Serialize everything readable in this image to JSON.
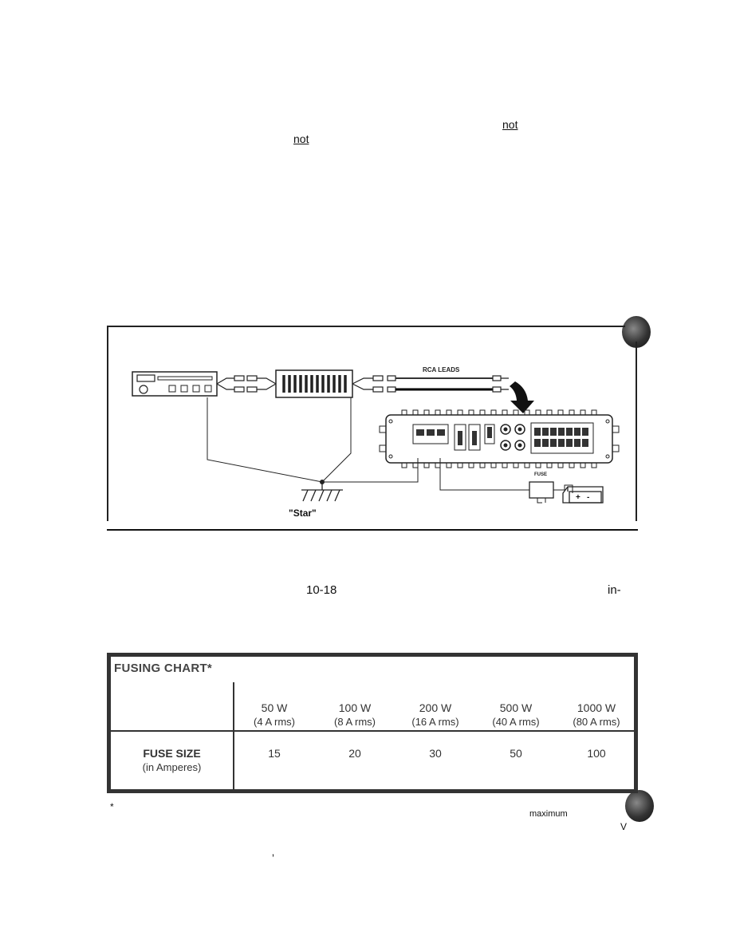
{
  "fragments": {
    "not_1": "not",
    "not_2": "not",
    "range": "10-18",
    "hyphen_in": "in-",
    "asterisk": "*",
    "maximum": "maximum",
    "v": "V",
    "tick": "ʼ"
  },
  "wiring_figure": {
    "rca_leads": "RCA LEADS",
    "fuse": "FUSE",
    "star": "\"Star\"",
    "battery_plus": "+",
    "battery_minus": "-"
  },
  "fusing_chart": {
    "title": "FUSING CHART*",
    "columns": [
      {
        "power": "50 W",
        "current": "(4 A rms)",
        "fuse": "15"
      },
      {
        "power": "100 W",
        "current": "(8 A rms)",
        "fuse": "20"
      },
      {
        "power": "200 W",
        "current": "(16 A rms)",
        "fuse": "30"
      },
      {
        "power": "500 W",
        "current": "(40 A rms)",
        "fuse": "50"
      },
      {
        "power": "1000 W",
        "current": "(80 A rms)",
        "fuse": "100"
      }
    ],
    "row_label": "FUSE SIZE",
    "row_sublabel": "(in Amperes)"
  }
}
